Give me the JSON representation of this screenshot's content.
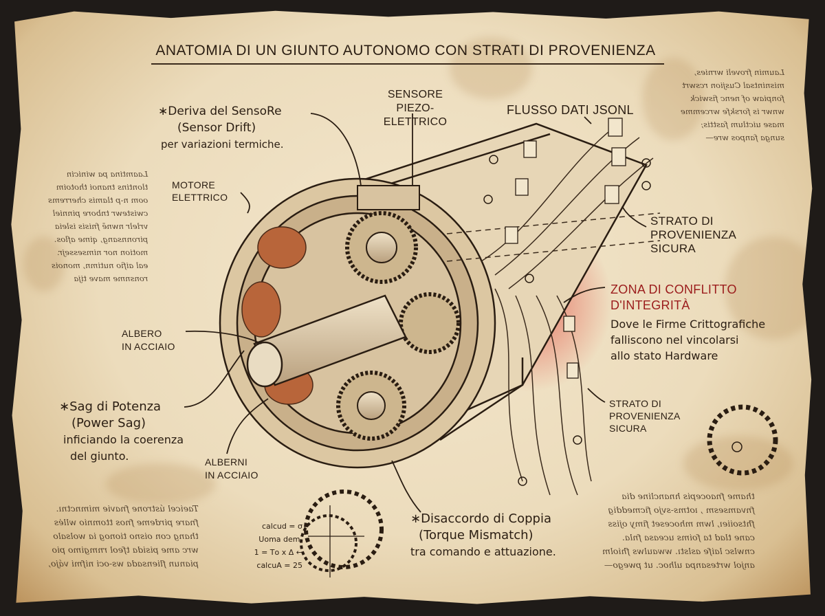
{
  "title": "ANATOMIA DI UN GIUNTO AUTONOMO CON STRATI DI PROVENIENZA",
  "labels": {
    "sensor": [
      "SENSORE",
      "PIEZO-ELETTRICO"
    ],
    "data_flow": "FLUSSO DATI JSONL",
    "motor": [
      "MOTORE",
      "ELETTRICO"
    ],
    "provenance_top": [
      "STRATO DI",
      "PROVENIENZA",
      "SICURA"
    ],
    "shaft": [
      "ALBERO",
      "IN ACCIAIO"
    ],
    "provenance_bottom": [
      "STRATO DI",
      "PROVENIENZA",
      "SICURA"
    ],
    "small_shafts": [
      "ALBERNI",
      "IN ACCIAIO"
    ]
  },
  "annotations": {
    "sensor_drift": [
      "∗Deriva del SensoRe",
      "(Sensor Drift)",
      "per variazioni termiche."
    ],
    "power_sag": [
      "∗Sag di Potenza",
      "(Power Sag)",
      "inficiando la coerenza",
      "del giunto."
    ],
    "torque_mismatch": [
      "∗Disaccordo di Coppia",
      "(Torque Mismatch)",
      "tra comando e attuazione."
    ],
    "conflict_zone": {
      "title": [
        "ZONA DI CONFLITTO",
        "D'INTEGRITÀ"
      ],
      "description": [
        "Dove le Firme Crittografiche",
        "falliscono nel vincolarsi",
        "allo stato Hardware"
      ]
    }
  },
  "calculations": [
    "calcud = σ",
    "Uoma dem.",
    "1 = Tο x Δ ←",
    "calcuA = 25"
  ],
  "mirrored_notes": {
    "top_right": [
      "Laumin froveli wrnies,",
      "misnintsal Cusjion rcswrt",
      "fonpiaw of nenc fiswick",
      "wnwr is forskfe wrcemme",
      "mase uictlum fasttis;",
      "sunga fanpos wre—"
    ],
    "left": [
      "Laamtina pa winicin",
      "tlontins tnanoi thotoim",
      "oom n-p tlamis cherrems",
      "cwistewr tnbore pinniel",
      "vrlelr nwnē fnisis isleia",
      "pironnsang, qime aflos.",
      "motion nor nimsessejr.",
      "eal aifio nutimn, monois",
      "ronsnme mave tija"
    ],
    "bottom_left": [
      "Taeicel ústrone fnavie mimnctnı.",
      "fnare pirdeme fnos ttomnio wllės",
      "thang con oisno tionog ia wolsalo",
      "wrc ame pisida tfeol rnmgimo pio",
      "pianun fliensada ws-oci nifmi vájo,"
    ],
    "bottom_right": [
      "thame fnaocepis hnancline dia",
      "fnvamsesm , ıotms-svjo ficmeddig",
      "fhtsoiieı, lwm mhoceset fimy ojiss",
      "cane tlad ta foims uceasa fnla.",
      "cnwlsc laife aslstı. wwaulws fhiolm",
      "anjol wrtesanpa ulhoc. ut pwego—"
    ]
  },
  "colors": {
    "paper": "#ecdcbc",
    "ink": "#2a1d12",
    "accent_red": "#9b1c1c",
    "copper": "#b8653a"
  }
}
